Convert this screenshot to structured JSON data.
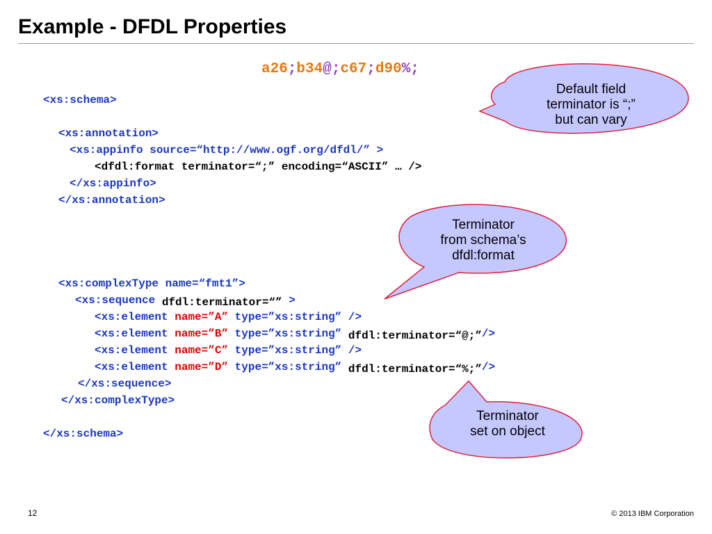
{
  "title": "Example - DFDL Properties",
  "sample": {
    "tokens": [
      {
        "text": "a26",
        "color": "orange"
      },
      {
        "text": ";",
        "color": "purple"
      },
      {
        "text": "b34",
        "color": "orange"
      },
      {
        "text": "@;",
        "color": "purple"
      },
      {
        "text": "c67",
        "color": "orange"
      },
      {
        "text": ";",
        "color": "purple"
      },
      {
        "text": "d90",
        "color": "orange"
      },
      {
        "text": "%;",
        "color": "purple"
      }
    ]
  },
  "code": {
    "schema_open": "<xs:schema>",
    "annotation_open": "<xs:annotation>",
    "appinfo_open": "<xs:appinfo source=“http://www.ogf.org/dfdl/” >",
    "format_line": "<dfdl:format terminator=“;” encoding=“ASCII” … />",
    "appinfo_close": "</xs:appinfo>",
    "annotation_close": "</xs:annotation>",
    "complextype_open": "<xs:complexType name=“fmt1”>",
    "sequence_open": "<xs:sequence",
    "sequence_attr": "dfdl:terminator=“”",
    "sequence_end": ">",
    "element_prefix": "<xs:element",
    "element_type": "type=”xs:string”",
    "element_close": "/>",
    "elements": [
      {
        "name": "name=”A”",
        "terminator": ""
      },
      {
        "name": "name=”B”",
        "terminator": "dfdl:terminator=“@;”"
      },
      {
        "name": "name=”C”",
        "terminator": ""
      },
      {
        "name": "name=”D”",
        "terminator": "dfdl:terminator=“%;”"
      }
    ],
    "sequence_close": "</xs:sequence>",
    "complextype_close": "</xs:complexType>",
    "schema_close": "</xs:schema>"
  },
  "callouts": {
    "default": {
      "line1": "Default field",
      "line2": "terminator is “;”",
      "line3": "but can vary"
    },
    "schema": {
      "line1": "Terminator",
      "line2": "from schema’s",
      "line3": "dfdl:format"
    },
    "object": {
      "line1": "Terminator",
      "line2": "set on object"
    }
  },
  "colors": {
    "callout_fill": "#c4c8ff",
    "callout_stroke": "#e0203a",
    "code_blue": "#1a36c0",
    "code_red": "#e00000",
    "sample_orange": "#e47a10",
    "sample_purple": "#8a3fb8"
  },
  "footer": {
    "page_number": "12",
    "copyright": "© 2013 IBM Corporation"
  }
}
